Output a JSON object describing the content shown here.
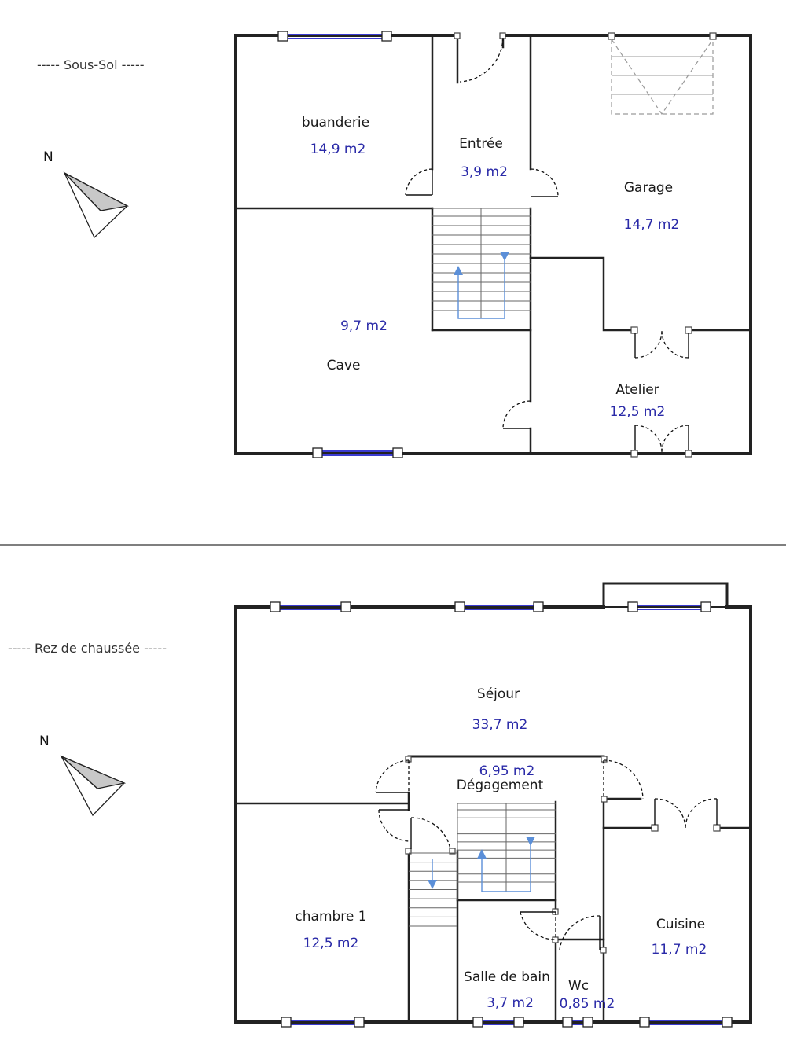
{
  "levels": {
    "sous_sol": {
      "title": "----- Sous-Sol -----",
      "north_label": "N",
      "rooms": {
        "buanderie": {
          "name": "buanderie",
          "area": "14,9 m2"
        },
        "entree": {
          "name": "Entrée",
          "area": "3,9 m2"
        },
        "garage": {
          "name": "Garage",
          "area": "14,7 m2"
        },
        "cave": {
          "name": "Cave",
          "area": "9,7 m2"
        },
        "atelier": {
          "name": "Atelier",
          "area": "12,5 m2"
        }
      }
    },
    "rez": {
      "title": "----- Rez de chaussée -----",
      "north_label": "N",
      "rooms": {
        "sejour": {
          "name": "Séjour",
          "area": "33,7 m2"
        },
        "degagement": {
          "name": "Dégagement",
          "area": "6,95 m2"
        },
        "chambre1": {
          "name": "chambre 1",
          "area": "12,5 m2"
        },
        "cuisine": {
          "name": "Cuisine",
          "area": "11,7 m2"
        },
        "salle_de_bain": {
          "name": "Salle de bain",
          "area": "3,7 m2"
        },
        "wc": {
          "name": "Wc",
          "area": "0,85 m2"
        }
      }
    }
  },
  "colors": {
    "wall": "#222222",
    "window": "#3b3bd0",
    "area_text": "#2a2aa8",
    "stair_arrow": "#5b8fd8",
    "compass_fill": "#c8c8c8"
  }
}
